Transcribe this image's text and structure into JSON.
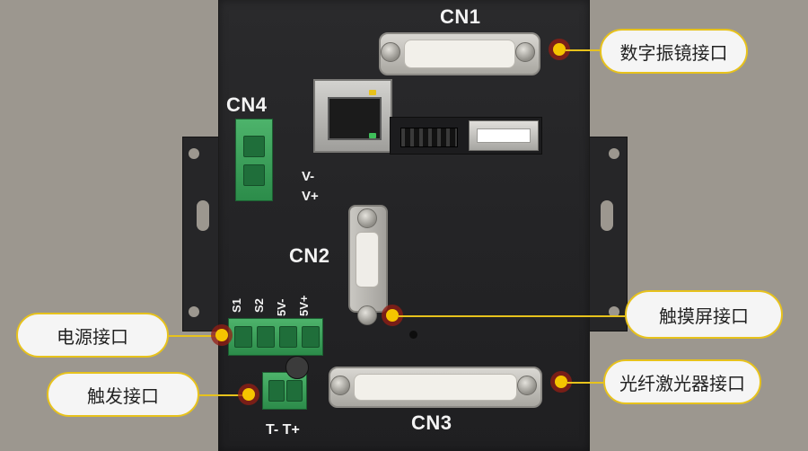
{
  "board": {
    "connectors": {
      "cn1": "CN1",
      "cn2": "CN2",
      "cn3": "CN3",
      "cn4": "CN4"
    },
    "pins": {
      "v_minus": "V-",
      "v_plus": "V+",
      "s1": "S1",
      "s2": "S2",
      "five_v_minus": "5V-",
      "five_v_plus": "5V+",
      "t_minus_t_plus": "T- T+"
    }
  },
  "callouts": {
    "galvo": "数字振镜接口",
    "touchscreen": "触摸屏接口",
    "laser": "光纤激光器接口",
    "power": "电源接口",
    "trigger": "触发接口"
  },
  "colors": {
    "background": "#9c978f",
    "board": "#242426",
    "callout_border": "#e7c21c",
    "marker": "#f5c400",
    "terminal_green": "#3ea65e"
  }
}
